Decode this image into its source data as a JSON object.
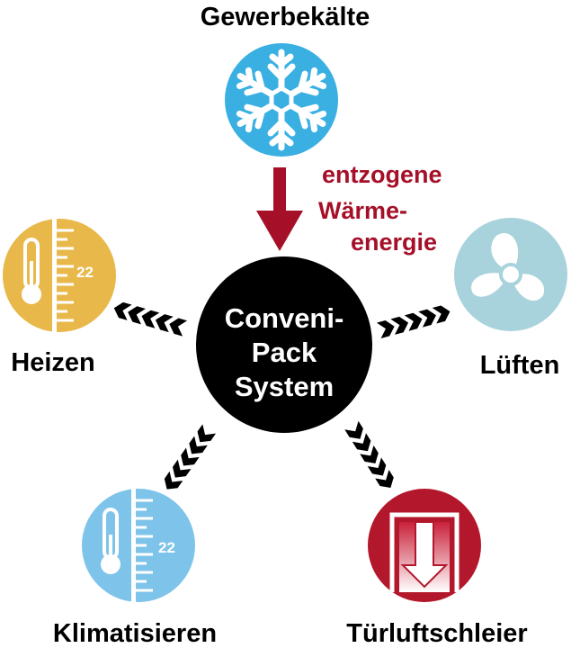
{
  "title": "Gewerbekälte",
  "heat_label": {
    "line1": "entzogene",
    "line2": "Wärme-",
    "line3": "energie"
  },
  "center": {
    "line1": "Conveni-",
    "line2": "Pack",
    "line3": "System"
  },
  "nodes": {
    "heizen": {
      "label": "Heizen",
      "temp": "22"
    },
    "lueften": {
      "label": "Lüften"
    },
    "klimatisieren": {
      "label": "Klimatisieren",
      "temp": "22"
    },
    "tuerluftschleier": {
      "label": "Türluftschleier"
    }
  },
  "colors": {
    "snowflake": "#3ab0e2",
    "heating": "#e8b84a",
    "fan": "#a9d3dc",
    "cooling": "#7ec3ea",
    "curtain": "#b3172c",
    "arrow": "#a50f28",
    "center": "#000000"
  },
  "icons": {
    "refrigeration": "snowflake-icon",
    "heating": "thermometer-icon",
    "ventilation": "fan-icon",
    "air_conditioning": "thermometer-icon",
    "door_curtain": "door-air-curtain-icon"
  }
}
